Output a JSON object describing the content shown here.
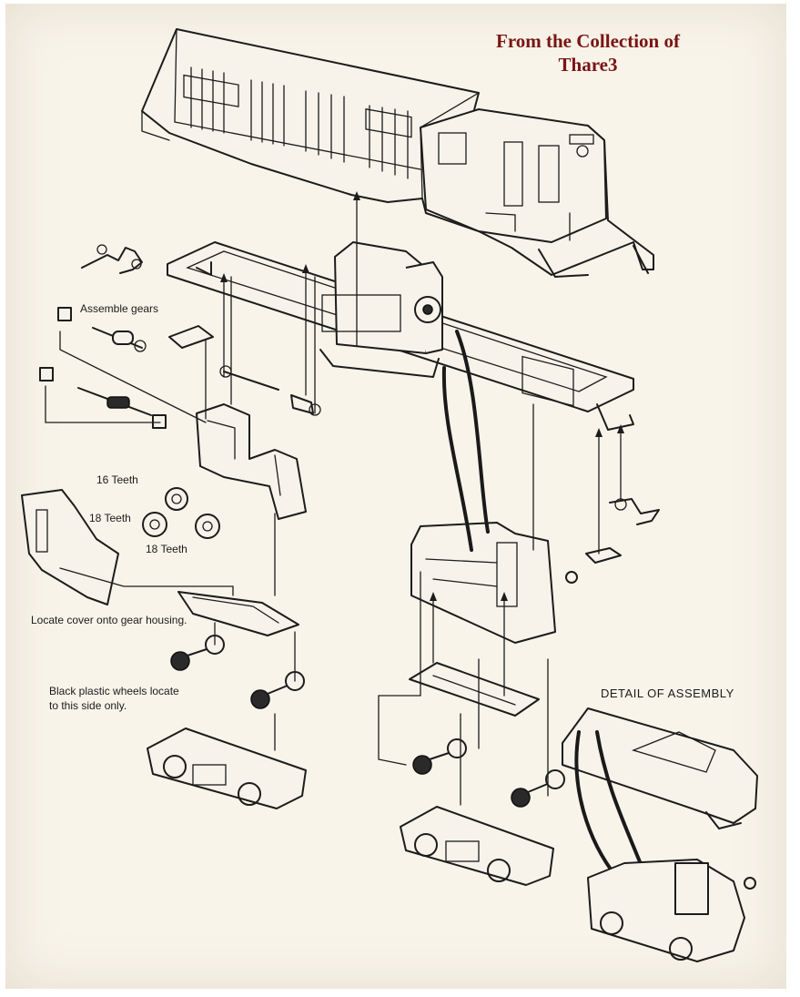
{
  "watermark": {
    "line1": "From the Collection of",
    "line2": "Thare3",
    "color": "#7a1414"
  },
  "labels": {
    "assemble_gears": "Assemble gears",
    "teeth_16": "16 Teeth",
    "teeth_18_left": "18 Teeth",
    "teeth_18_bottom": "18 Teeth",
    "locate_cover": "Locate cover onto gear housing.",
    "black_wheels_line1": "Black plastic wheels locate",
    "black_wheels_line2": "to this side only.",
    "detail_title": "DETAIL OF ASSEMBLY"
  }
}
